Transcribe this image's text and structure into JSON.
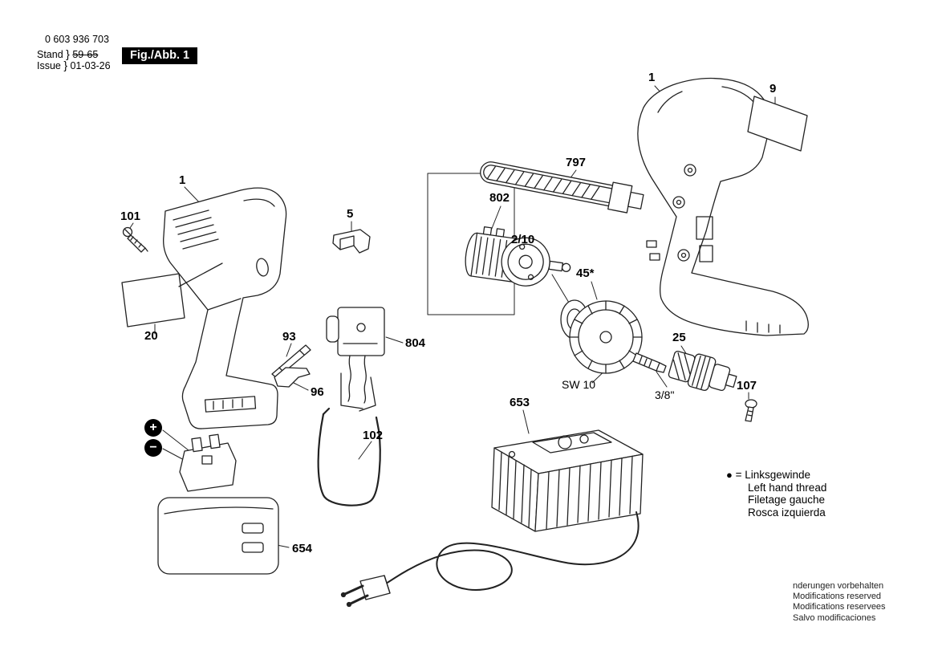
{
  "doc": {
    "number": "0 603 936 703",
    "stand_label": "Stand",
    "stand_value": "59-65",
    "issue_label": "Issue",
    "issue_value": "01-03-26",
    "brace": "}",
    "fig_label": "Fig./Abb. 1"
  },
  "labels": [
    {
      "id": "101",
      "text": "101"
    },
    {
      "id": "1-left",
      "text": "1"
    },
    {
      "id": "20",
      "text": "20"
    },
    {
      "id": "5",
      "text": "5"
    },
    {
      "id": "93",
      "text": "93"
    },
    {
      "id": "96",
      "text": "96"
    },
    {
      "id": "804",
      "text": "804"
    },
    {
      "id": "102",
      "text": "102"
    },
    {
      "id": "802",
      "text": "802"
    },
    {
      "id": "2-10",
      "text": "2/10"
    },
    {
      "id": "797",
      "text": "797"
    },
    {
      "id": "1-right",
      "text": "1"
    },
    {
      "id": "9",
      "text": "9"
    },
    {
      "id": "45",
      "text": "45*"
    },
    {
      "id": "sw10",
      "text": "SW 10"
    },
    {
      "id": "3-8",
      "text": "3/8\""
    },
    {
      "id": "25",
      "text": "25"
    },
    {
      "id": "107",
      "text": "107"
    },
    {
      "id": "653",
      "text": "653"
    },
    {
      "id": "654",
      "text": "654"
    }
  ],
  "battery": {
    "plus": "+",
    "minus": "−"
  },
  "legend": {
    "symbol": "●",
    "lines": [
      "= Linksgewinde",
      "Left hand thread",
      "Filetage gauche",
      "Rosca izquierda"
    ]
  },
  "footer": [
    "nderungen vorbehalten",
    "Modifications reserved",
    "Modifications reservees",
    "Salvo modificaciones"
  ]
}
